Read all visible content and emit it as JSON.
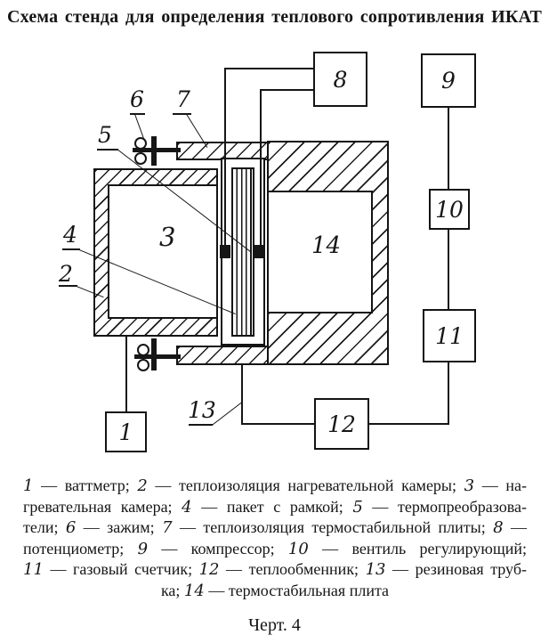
{
  "title": "Схема стенда для определения теплового сопротивления ИКАТ",
  "caption": "Черт. 4",
  "colors": {
    "ink": "#161616",
    "background": "#ffffff"
  },
  "diagram": {
    "box_labels": {
      "b1": "1",
      "b8": "8",
      "b9": "9",
      "b10": "10",
      "b11": "11",
      "b12": "12"
    },
    "part_labels": {
      "l2": "2",
      "l3": "3",
      "l4": "4",
      "l5": "5",
      "l6": "6",
      "l7": "7",
      "l13": "13",
      "l14": "14"
    }
  },
  "legend": {
    "lines": [
      {
        "align": "justify",
        "tokens": [
          {
            "n": "1"
          },
          {
            "t": " — ваттметр; "
          },
          {
            "n": "2"
          },
          {
            "t": " — теплоизоляция нагревательной камеры; "
          },
          {
            "n": "3"
          },
          {
            "t": " — на-"
          }
        ]
      },
      {
        "align": "justify",
        "tokens": [
          {
            "t": "гревательная камера; "
          },
          {
            "n": "4"
          },
          {
            "t": " — пакет с рамкой; "
          },
          {
            "n": "5"
          },
          {
            "t": " — термопреобразова-"
          }
        ]
      },
      {
        "align": "justify",
        "tokens": [
          {
            "t": "тели; "
          },
          {
            "n": "6"
          },
          {
            "t": " — зажим; "
          },
          {
            "n": "7"
          },
          {
            "t": " — теплоизоляция термостабильной плиты; "
          },
          {
            "n": "8"
          },
          {
            "t": " —"
          }
        ]
      },
      {
        "align": "justify",
        "tokens": [
          {
            "t": "потенциометр; "
          },
          {
            "n": "9"
          },
          {
            "t": " — компрессор; "
          },
          {
            "n": "10"
          },
          {
            "t": " — вентиль регулирующий;"
          }
        ]
      },
      {
        "align": "justify",
        "tokens": [
          {
            "n": "11"
          },
          {
            "t": " — газовый счетчик; "
          },
          {
            "n": "12"
          },
          {
            "t": " — теплообменник; "
          },
          {
            "n": "13"
          },
          {
            "t": " — резиновая труб-"
          }
        ]
      },
      {
        "align": "center",
        "tokens": [
          {
            "t": "ка; "
          },
          {
            "n": "14"
          },
          {
            "t": " — термостабильная плита"
          }
        ]
      }
    ]
  }
}
